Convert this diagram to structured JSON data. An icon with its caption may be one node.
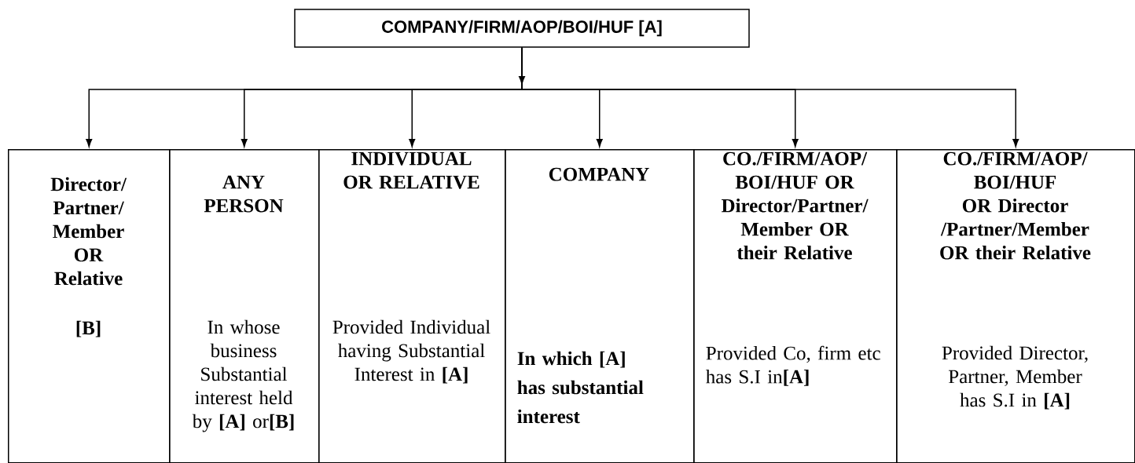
{
  "diagram": {
    "nodes": [
      {
        "text": [
          "COMPANY/FIRM/AOP/BOI/HUF [A]"
        ]
      },
      {
        "text": [
          "Director/ Partner/ Member OR Relative",
          "[B]"
        ]
      },
      {
        "text": [
          "ANY PERSON",
          "In whose business Substantial interest held by **[A]** or**[B]**"
        ]
      },
      {
        "text": [
          "INDIVIDUAL OR RELATIVE",
          "Provided Individual having Substantial Interest in **[A]**"
        ]
      },
      {
        "text": [
          "COMPANY",
          "In which [A] has substantial interest"
        ]
      },
      {
        "text": [
          "CO./FIRM/AOP/ BOI/HUF OR Director/Partner/ Member OR their Relative",
          "Provided Co, firm etc has S.I in**[A]**"
        ]
      },
      {
        "text": [
          "CO./FIRM/AOP/ BOI/HUF OR Director /Partner/Member OR their Relative",
          "Provided Director, Partner, Member has S.I in **[A]**"
        ]
      }
    ],
    "edges": [
      {
        "from": 0,
        "to": 1,
        "arrow": "to"
      },
      {
        "from": 0,
        "to": 2,
        "arrow": "to"
      },
      {
        "from": 0,
        "to": 3,
        "arrow": "to"
      },
      {
        "from": 0,
        "to": 4,
        "arrow": "to"
      },
      {
        "from": 0,
        "to": 5,
        "arrow": "to"
      },
      {
        "from": 0,
        "to": 6,
        "arrow": "to"
      }
    ]
  }
}
